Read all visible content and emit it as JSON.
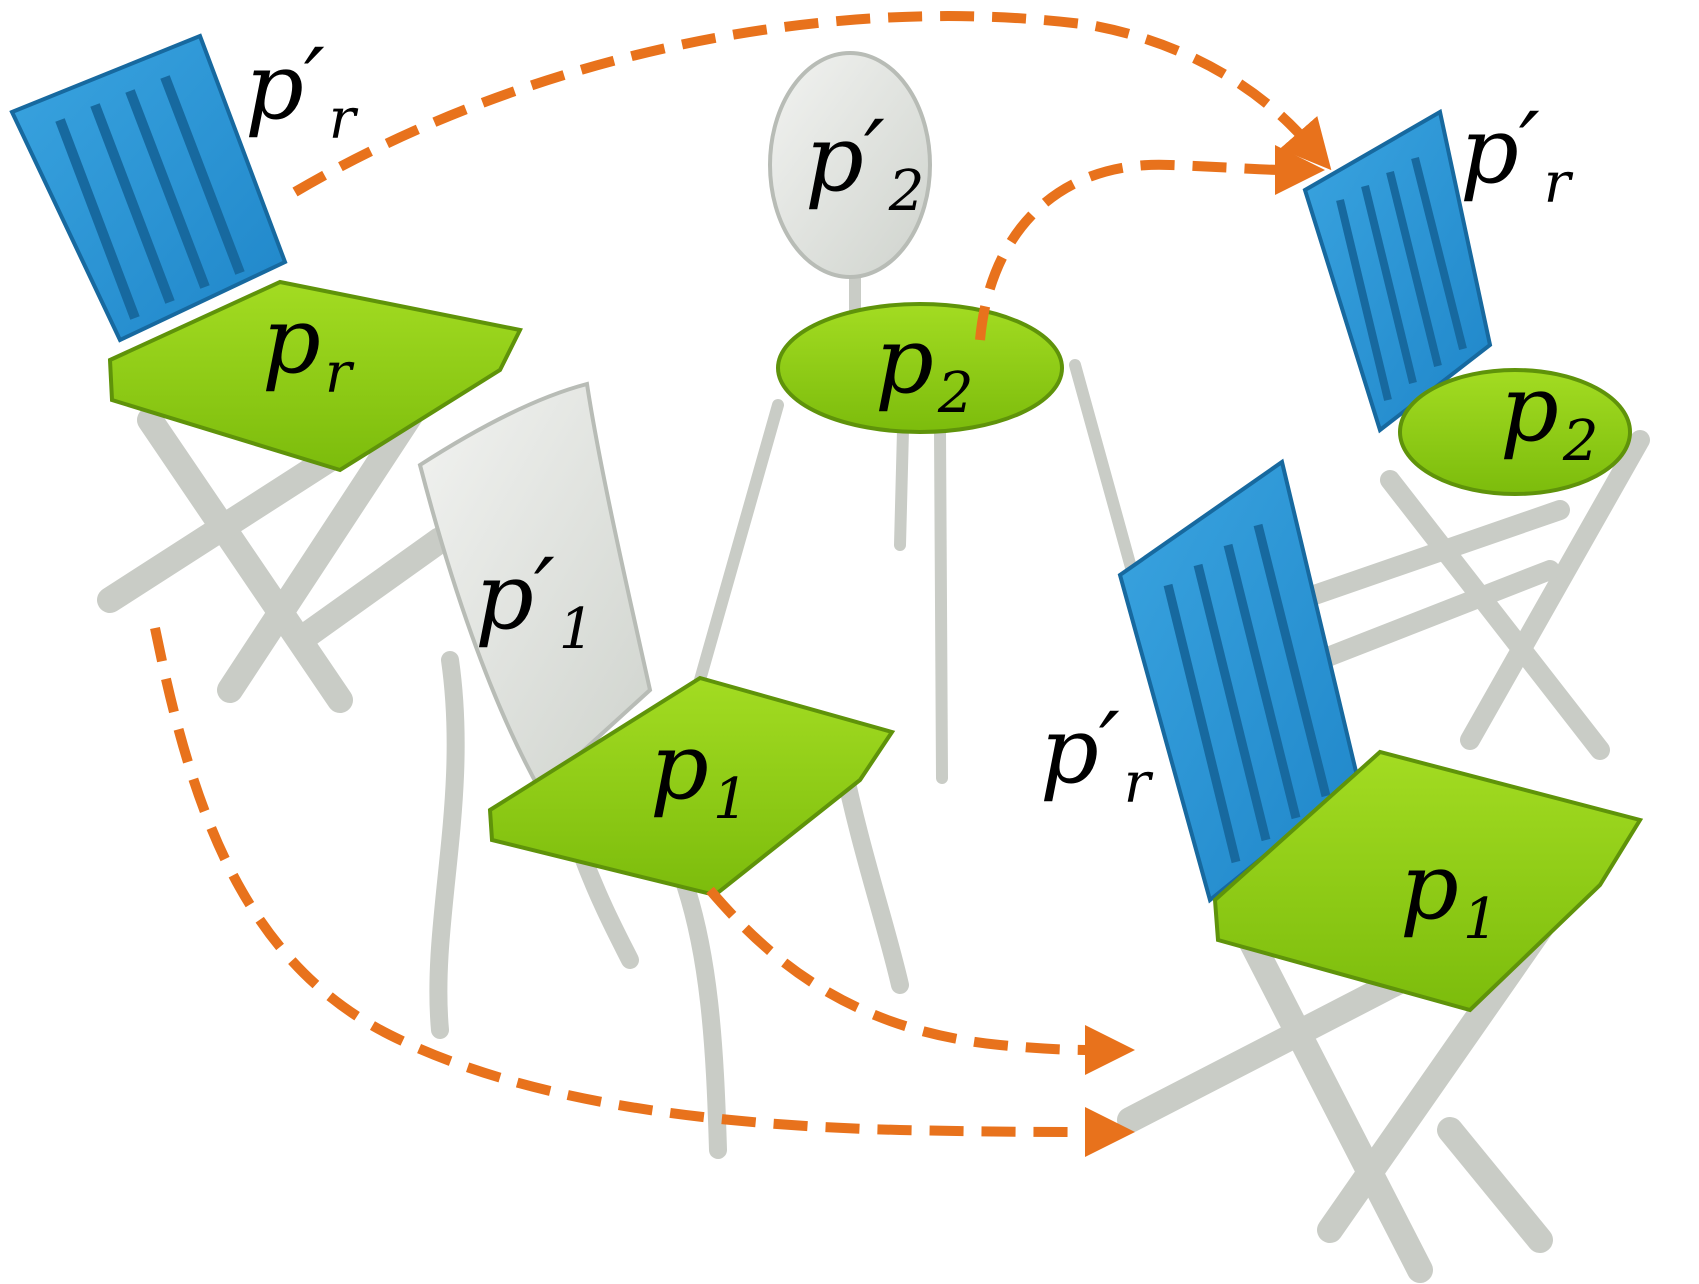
{
  "figure": {
    "colors": {
      "background": "#ffffff",
      "blue_part": "#1f86c9",
      "blue_part_light": "#3aa4e0",
      "green_part": "#8ccc10",
      "green_part_dark": "#6ea80c",
      "white_part": "#e4e7e2",
      "frame": "#c9ccc6",
      "arrow": "#e8721c",
      "label": "#000000"
    },
    "chairs": [
      {
        "name": "source-chair-left",
        "parts": [
          "blue back",
          "green seat",
          "white folding frame"
        ]
      },
      {
        "name": "source-chair-middle-front",
        "parts": [
          "white back",
          "green seat",
          "white legs"
        ]
      },
      {
        "name": "source-chair-middle-back",
        "parts": [
          "white round back",
          "green round seat",
          "grey legs"
        ]
      },
      {
        "name": "result-chair-top-right",
        "parts": [
          "blue back",
          "green round seat",
          "white folding frame"
        ]
      },
      {
        "name": "result-chair-bottom-right",
        "parts": [
          "blue back",
          "green seat",
          "white folding frame"
        ]
      }
    ],
    "labels": {
      "chair_left_back": {
        "base": "p",
        "prime": "′",
        "sub": "r"
      },
      "chair_left_seat": {
        "base": "p",
        "sub": "r"
      },
      "chair_front_back": {
        "base": "p",
        "prime": "′",
        "sub": "1"
      },
      "chair_front_seat": {
        "base": "p",
        "sub": "1"
      },
      "chair_round_back": {
        "base": "p",
        "prime": "′",
        "sub": "2"
      },
      "chair_round_seat": {
        "base": "p",
        "sub": "2"
      },
      "result_top_back": {
        "base": "p",
        "prime": "′",
        "sub": "r"
      },
      "result_top_seat": {
        "base": "p",
        "sub": "2"
      },
      "result_bottom_back": {
        "base": "p",
        "prime": "′",
        "sub": "r"
      },
      "result_bottom_seat": {
        "base": "p",
        "sub": "1"
      }
    },
    "arrows": [
      {
        "name": "arrow-back-to-top-result",
        "from": "chair_left_back",
        "to": "result_top_back"
      },
      {
        "name": "arrow-round-seat-to-top-result",
        "from": "chair_round_seat",
        "to": "result_top_seat"
      },
      {
        "name": "arrow-front-seat-to-bottom-result",
        "from": "chair_front_seat",
        "to": "result_bottom_seat"
      },
      {
        "name": "arrow-left-chair-to-bottom-result",
        "from": "chair_left_back",
        "to": "result_bottom_back"
      }
    ]
  }
}
